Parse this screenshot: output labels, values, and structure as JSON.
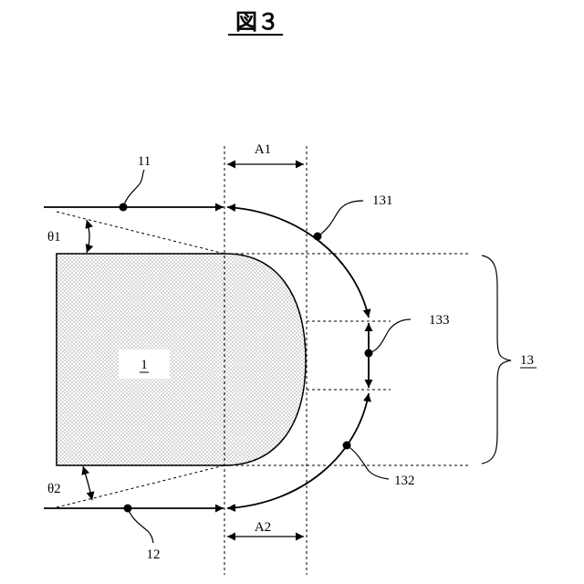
{
  "figure": {
    "title": "図３",
    "labels": {
      "part_1": "1",
      "line_11": "11",
      "line_12": "12",
      "curve_13": "13",
      "arc_131": "131",
      "arc_132": "132",
      "seg_133": "133",
      "dim_a1": "A1",
      "dim_a2": "A2",
      "angle_1": "θ1",
      "angle_2": "θ2"
    }
  }
}
